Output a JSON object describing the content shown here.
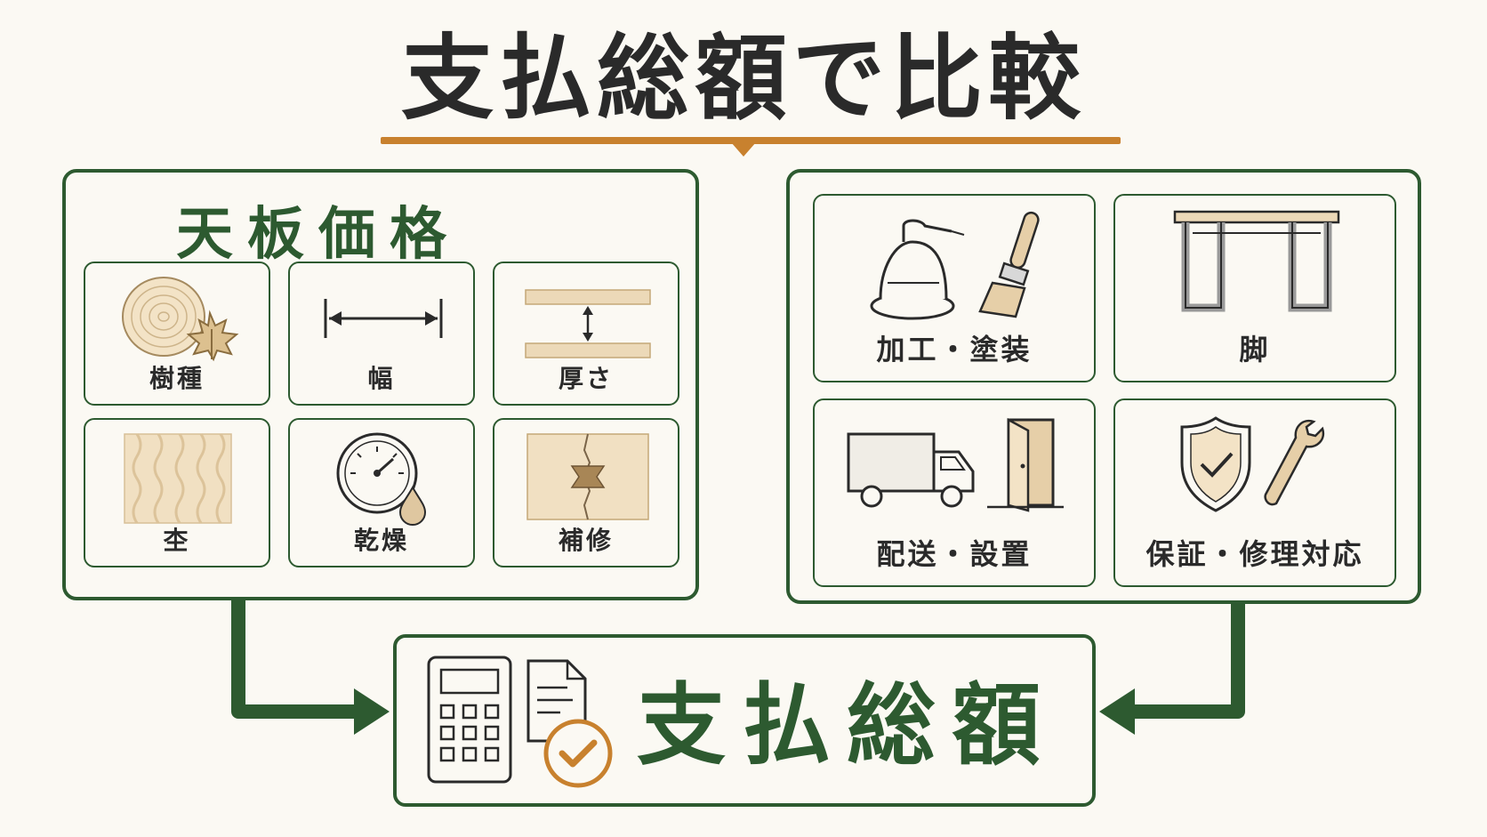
{
  "title": "支払総額で比較",
  "left_panel": {
    "title": "天板価格",
    "cards": [
      {
        "label": "樹種",
        "icon": "tree-ring-leaf-icon"
      },
      {
        "label": "幅",
        "icon": "width-arrow-icon"
      },
      {
        "label": "厚さ",
        "icon": "thickness-icon"
      },
      {
        "label": "杢",
        "icon": "wood-grain-icon"
      },
      {
        "label": "乾燥",
        "icon": "moisture-gauge-icon"
      },
      {
        "label": "補修",
        "icon": "butterfly-key-icon"
      }
    ]
  },
  "right_panel": {
    "cards": [
      {
        "label": "加工・塗装",
        "icon": "sander-brush-icon"
      },
      {
        "label": "脚",
        "icon": "table-legs-icon"
      },
      {
        "label": "配送・設置",
        "icon": "truck-door-icon"
      },
      {
        "label": "保証・修理対応",
        "icon": "shield-wrench-icon"
      }
    ]
  },
  "total": {
    "label": "支払総額",
    "icon": "calculator-document-icon"
  },
  "colors": {
    "green": "#2d5a30",
    "orange": "#c8812e",
    "background": "#fbf9f3",
    "wood": "#ecd9b8"
  }
}
